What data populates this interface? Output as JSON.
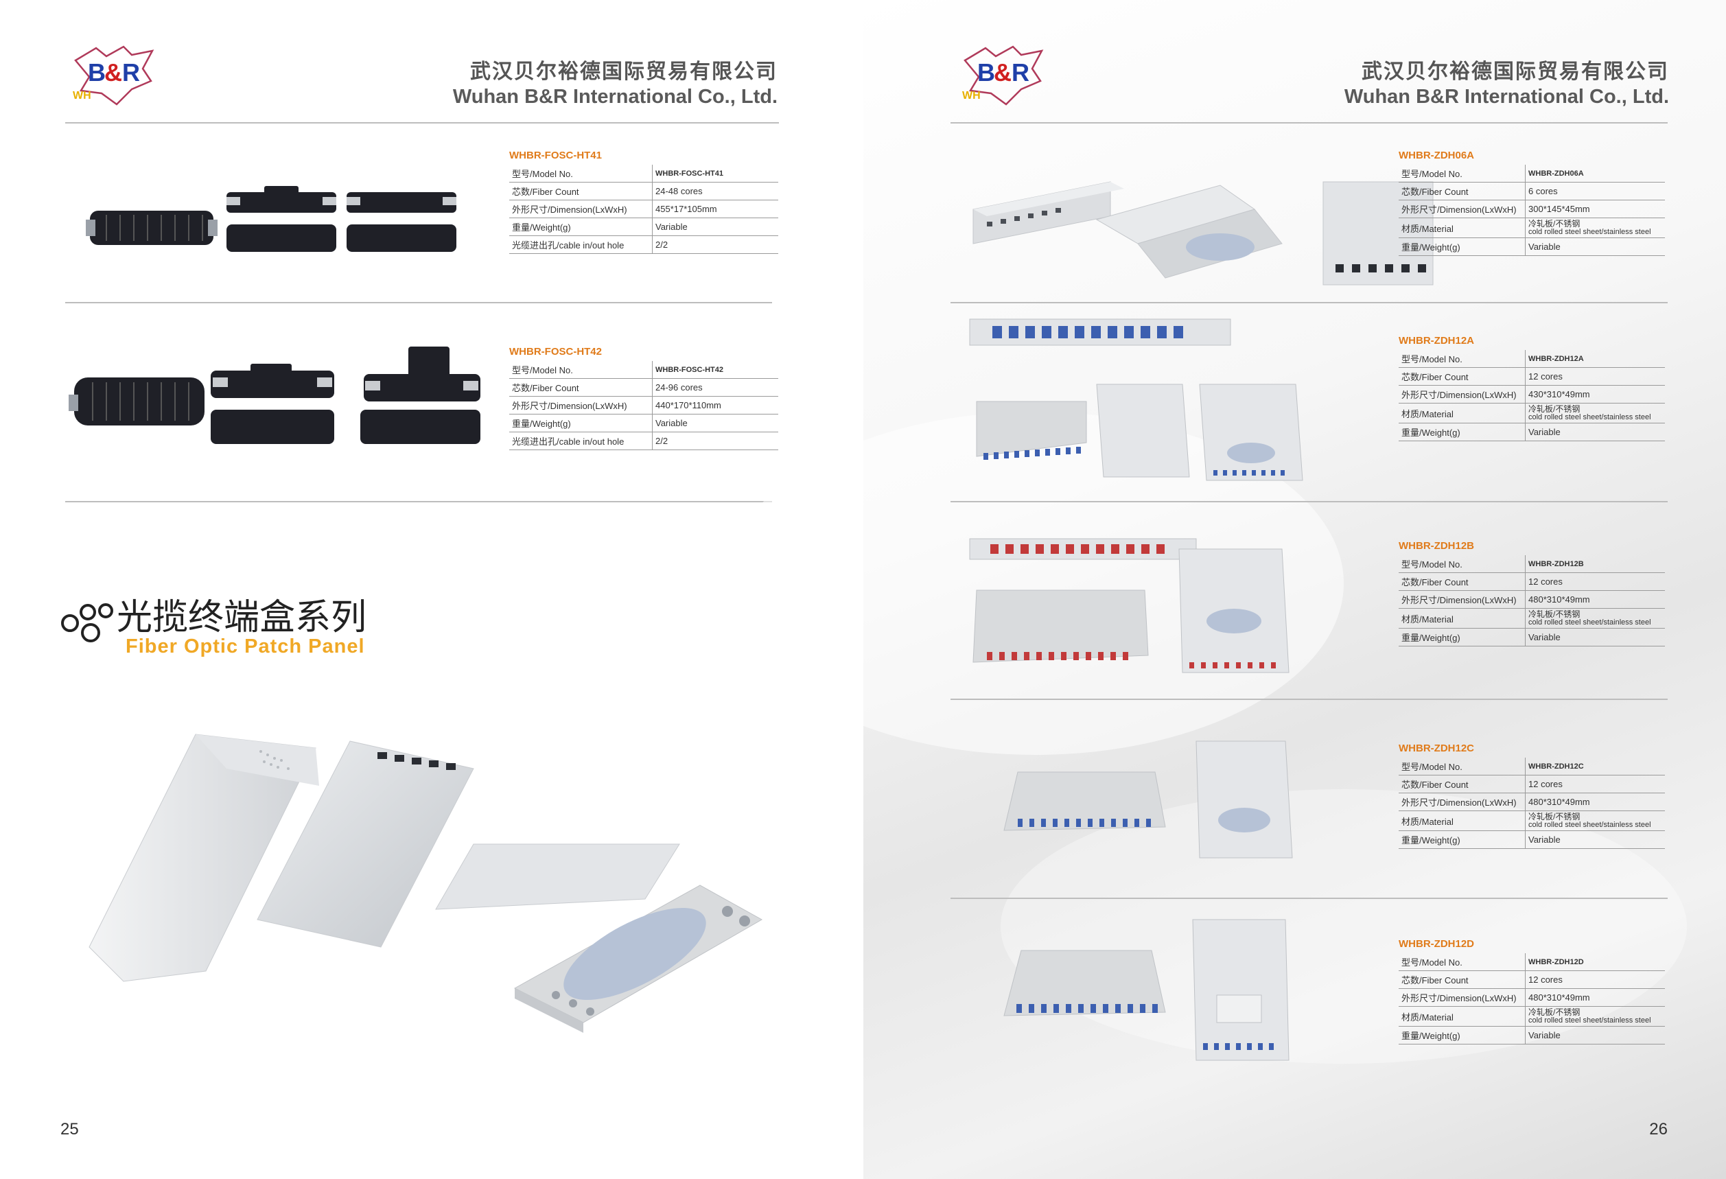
{
  "company": {
    "logo_text": "B&R",
    "logo_sub": "WH",
    "name_cn": "武汉贝尔裕德国际贸易有限公司",
    "name_en": "Wuhan B&R International Co., Ltd."
  },
  "series_title": {
    "cn": "光揽终端盒系列",
    "en": "Fiber Optic Patch Panel"
  },
  "page_numbers": {
    "left": "25",
    "right": "26"
  },
  "left_products": [
    {
      "model": "WHBR-FOSC-HT41",
      "rows": [
        {
          "label": "型号/Model No.",
          "value": "WHBR-FOSC-HT41"
        },
        {
          "label": "芯数/Fiber Count",
          "value": "24-48 cores"
        },
        {
          "label": "外形尺寸/Dimension(LxWxH)",
          "value": "455*17*105mm"
        },
        {
          "label": "重量/Weight(g)",
          "value": "Variable"
        },
        {
          "label": "光缆进出孔/cable in/out hole",
          "value": "2/2"
        }
      ]
    },
    {
      "model": "WHBR-FOSC-HT42",
      "rows": [
        {
          "label": "型号/Model No.",
          "value": "WHBR-FOSC-HT42"
        },
        {
          "label": "芯数/Fiber Count",
          "value": "24-96 cores"
        },
        {
          "label": "外形尺寸/Dimension(LxWxH)",
          "value": "440*170*110mm"
        },
        {
          "label": "重量/Weight(g)",
          "value": "Variable"
        },
        {
          "label": "光缆进出孔/cable in/out hole",
          "value": "2/2"
        }
      ]
    }
  ],
  "right_products": [
    {
      "model": "WHBR-ZDH06A",
      "rows": [
        {
          "label": "型号/Model No.",
          "value": "WHBR-ZDH06A"
        },
        {
          "label": "芯数/Fiber Count",
          "value": "6 cores"
        },
        {
          "label": "外形尺寸/Dimension(LxWxH)",
          "value": "300*145*45mm"
        },
        {
          "label": "材质/Material",
          "value": "冷轧板/不锈钢",
          "value2": "cold rolled steel sheet/stainless steel"
        },
        {
          "label": "重量/Weight(g)",
          "value": "Variable"
        }
      ]
    },
    {
      "model": "WHBR-ZDH12A",
      "rows": [
        {
          "label": "型号/Model No.",
          "value": "WHBR-ZDH12A"
        },
        {
          "label": "芯数/Fiber Count",
          "value": "12 cores"
        },
        {
          "label": "外形尺寸/Dimension(LxWxH)",
          "value": "430*310*49mm"
        },
        {
          "label": "材质/Material",
          "value": "冷轧板/不锈钢",
          "value2": "cold rolled steel sheet/stainless steel"
        },
        {
          "label": "重量/Weight(g)",
          "value": "Variable"
        }
      ]
    },
    {
      "model": "WHBR-ZDH12B",
      "rows": [
        {
          "label": "型号/Model No.",
          "value": "WHBR-ZDH12B"
        },
        {
          "label": "芯数/Fiber Count",
          "value": "12 cores"
        },
        {
          "label": "外形尺寸/Dimension(LxWxH)",
          "value": "480*310*49mm"
        },
        {
          "label": "材质/Material",
          "value": "冷轧板/不锈钢",
          "value2": "cold rolled steel sheet/stainless steel"
        },
        {
          "label": "重量/Weight(g)",
          "value": "Variable"
        }
      ]
    },
    {
      "model": "WHBR-ZDH12C",
      "rows": [
        {
          "label": "型号/Model No.",
          "value": "WHBR-ZDH12C"
        },
        {
          "label": "芯数/Fiber Count",
          "value": "12 cores"
        },
        {
          "label": "外形尺寸/Dimension(LxWxH)",
          "value": "480*310*49mm"
        },
        {
          "label": "材质/Material",
          "value": "冷轧板/不锈钢",
          "value2": "cold rolled steel sheet/stainless steel"
        },
        {
          "label": "重量/Weight(g)",
          "value": "Variable"
        }
      ]
    },
    {
      "model": "WHBR-ZDH12D",
      "rows": [
        {
          "label": "型号/Model No.",
          "value": "WHBR-ZDH12D"
        },
        {
          "label": "芯数/Fiber Count",
          "value": "12 cores"
        },
        {
          "label": "外形尺寸/Dimension(LxWxH)",
          "value": "480*310*49mm"
        },
        {
          "label": "材质/Material",
          "value": "冷轧板/不锈钢",
          "value2": "cold rolled steel sheet/stainless steel"
        },
        {
          "label": "重量/Weight(g)",
          "value": "Variable"
        }
      ]
    }
  ],
  "colors": {
    "accent_orange": "#e07b1a",
    "series_en_yellow": "#f0a826",
    "closure_dark": "#1f2027",
    "panel_grey": "#d9dbdd",
    "adapter_blue": "#3c5fb0",
    "adapter_red": "#c23a3a"
  }
}
